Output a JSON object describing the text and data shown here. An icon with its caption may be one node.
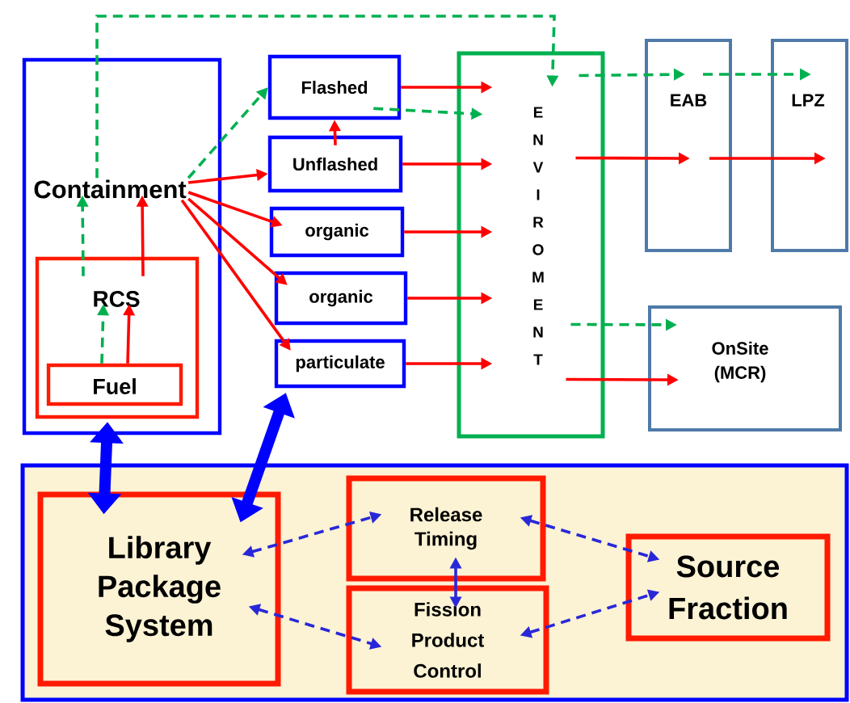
{
  "diagram": {
    "nodes": [
      {
        "text": [
          "Containment"
        ]
      },
      {
        "text": [
          "RCS"
        ],
        "in": 0
      },
      {
        "text": [
          "Fuel"
        ],
        "in": 1
      },
      {
        "text": [
          "Flashed"
        ]
      },
      {
        "text": [
          "Unflashed"
        ]
      },
      {
        "text": [
          "organic"
        ]
      },
      {
        "text": [
          "organic"
        ]
      },
      {
        "text": [
          "particulate"
        ]
      },
      {
        "text": [
          "ENVIROMENT"
        ]
      },
      {
        "text": [
          "EAB"
        ]
      },
      {
        "text": [
          "LPZ"
        ]
      },
      {
        "text": [
          "OnSite (MCR)"
        ]
      },
      {
        "text": [],
        "shape": "box"
      },
      {
        "text": [
          "Library Package System"
        ],
        "in": 12
      },
      {
        "text": [
          "Release Timing"
        ],
        "in": 12
      },
      {
        "text": [
          "Fission Product Control"
        ],
        "in": 12
      },
      {
        "text": [
          "Source Fraction"
        ],
        "in": 12
      }
    ],
    "edges": [
      {
        "from": 2,
        "to": 1,
        "arrow": "to"
      },
      {
        "from": 2,
        "to": 1,
        "arrow": "to",
        "style": "dashed",
        "color": "#00b050"
      },
      {
        "from": 1,
        "to": 0,
        "arrow": "to"
      },
      {
        "from": 1,
        "to": 0,
        "arrow": "to",
        "style": "dashed",
        "color": "#00b050"
      },
      {
        "from": 0,
        "to": 3,
        "arrow": "to",
        "style": "dashed",
        "color": "#00b050"
      },
      {
        "from": 0,
        "to": 4,
        "arrow": "to"
      },
      {
        "from": 0,
        "to": 5,
        "arrow": "to"
      },
      {
        "from": 0,
        "to": 6,
        "arrow": "to"
      },
      {
        "from": 0,
        "to": 7,
        "arrow": "to"
      },
      {
        "from": 4,
        "to": 3,
        "arrow": "to"
      },
      {
        "from": 3,
        "to": 8,
        "arrow": "to"
      },
      {
        "from": 3,
        "to": 8,
        "arrow": "to",
        "style": "dashed",
        "color": "#00b050"
      },
      {
        "from": 4,
        "to": 8,
        "arrow": "to"
      },
      {
        "from": 5,
        "to": 8,
        "arrow": "to"
      },
      {
        "from": 6,
        "to": 8,
        "arrow": "to"
      },
      {
        "from": 7,
        "to": 8,
        "arrow": "to"
      },
      {
        "from": 0,
        "to": 8,
        "arrow": "to",
        "style": "dashed",
        "color": "#00b050"
      },
      {
        "from": 8,
        "to": 9,
        "arrow": "to",
        "style": "dashed",
        "color": "#00b050"
      },
      {
        "from": 9,
        "to": 10,
        "arrow": "to",
        "style": "dashed",
        "color": "#00b050"
      },
      {
        "from": 8,
        "to": 9,
        "arrow": "to"
      },
      {
        "from": 9,
        "to": 10,
        "arrow": "to"
      },
      {
        "from": 8,
        "to": 11,
        "arrow": "to",
        "style": "dashed",
        "color": "#00b050"
      },
      {
        "from": 8,
        "to": 11,
        "arrow": "to"
      },
      {
        "from": 0,
        "to": 13,
        "arrow": "both",
        "style": "thick",
        "color": "#0000ff"
      },
      {
        "from": 7,
        "to": 13,
        "arrow": "both",
        "style": "thick",
        "color": "#0000ff"
      },
      {
        "from": 13,
        "to": 14,
        "arrow": "both",
        "style": "dashed",
        "color": "#2828d8"
      },
      {
        "from": 13,
        "to": 15,
        "arrow": "both",
        "style": "dashed",
        "color": "#2828d8"
      },
      {
        "from": 14,
        "to": 15,
        "arrow": "both",
        "color": "#2828d8"
      },
      {
        "from": 14,
        "to": 16,
        "arrow": "both",
        "style": "dashed",
        "color": "#2828d8"
      },
      {
        "from": 15,
        "to": 16,
        "arrow": "both",
        "style": "dashed",
        "color": "#2828d8"
      }
    ]
  }
}
